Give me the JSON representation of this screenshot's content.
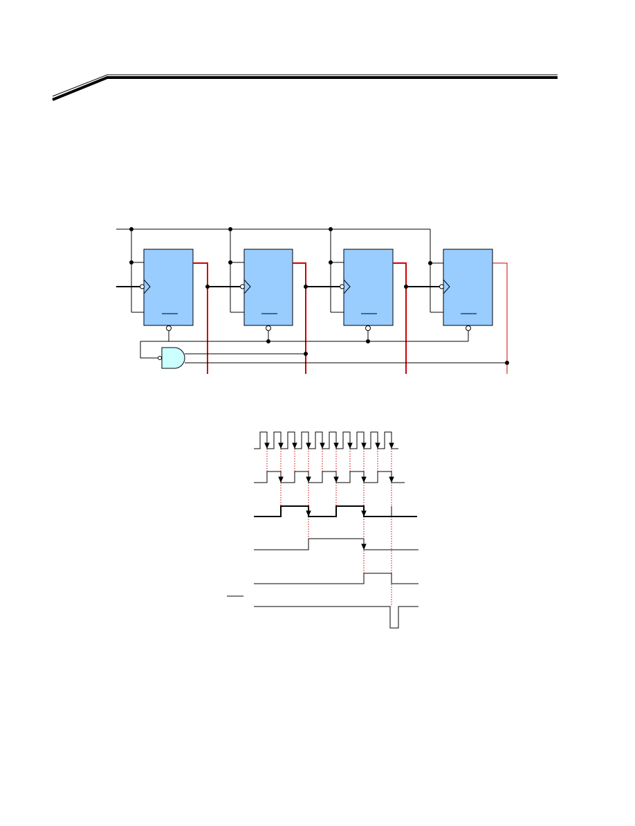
{
  "page": {
    "background": "#ffffff"
  },
  "colors": {
    "flipflop_fill": "#99ccff",
    "gate_fill": "#ccffff",
    "output_wire": "#cc0000",
    "wire": "#000000",
    "guide_line": "#cc0000"
  },
  "circuit": {
    "flipflop_count": 4,
    "gate": "nand-3-input-with-inverted-input"
  },
  "timing": {
    "clock_pulses": 10,
    "trace_count": 6
  }
}
